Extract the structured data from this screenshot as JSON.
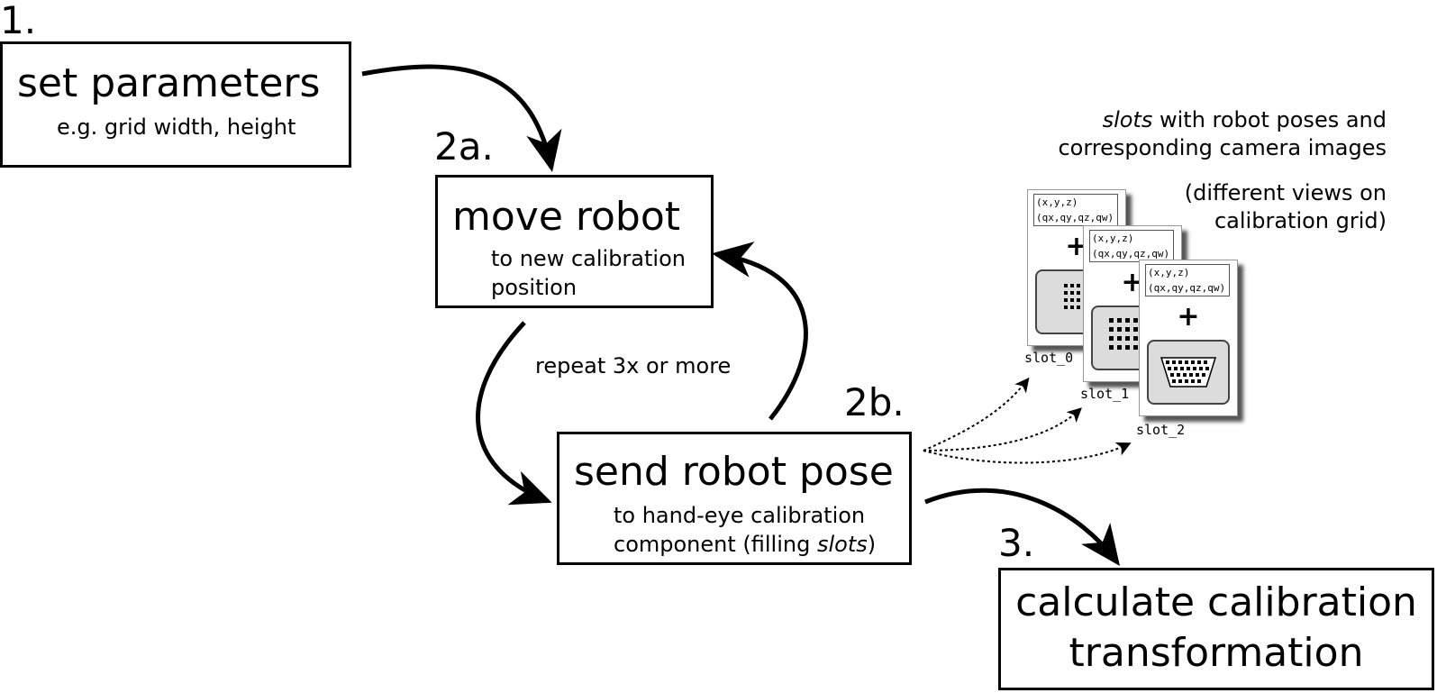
{
  "steps": [
    {
      "number": "1.",
      "title": "set parameters",
      "subtitle_lines": [
        "e.g. grid width, height"
      ]
    },
    {
      "number": "2a.",
      "title": "move robot",
      "subtitle_lines": [
        "to new calibration",
        "position"
      ]
    },
    {
      "number": "2b.",
      "title": "send robot pose",
      "subtitle_lines": [
        "to hand-eye calibration",
        "component (filling slots)"
      ]
    },
    {
      "number": "3.",
      "title_lines": [
        "calculate calibration",
        "transformation"
      ]
    }
  ],
  "step2b_sub_parts": {
    "line2_prefix": "component (filling ",
    "line2_emph": "slots",
    "line2_suffix": ")"
  },
  "loop_label": "repeat 3x or more",
  "slots_note": {
    "emph": "slots",
    "line1_rest": " with robot poses and",
    "line2": "corresponding camera images"
  },
  "views_note": {
    "line1": "(different views on",
    "line2": "calibration grid)"
  },
  "slots": [
    {
      "label": "slot_0",
      "pose_line1": "(x,y,z)",
      "pose_line2": "(qx,qy,qz,qw)",
      "plus": "+"
    },
    {
      "label": "slot_1",
      "pose_line1": "(x,y,z)",
      "pose_line2": "(qx,qy,qz,qw)",
      "plus": "+"
    },
    {
      "label": "slot_2",
      "pose_line1": "(x,y,z)",
      "pose_line2": "(qx,qy,qz,qw)",
      "plus": "+"
    }
  ]
}
